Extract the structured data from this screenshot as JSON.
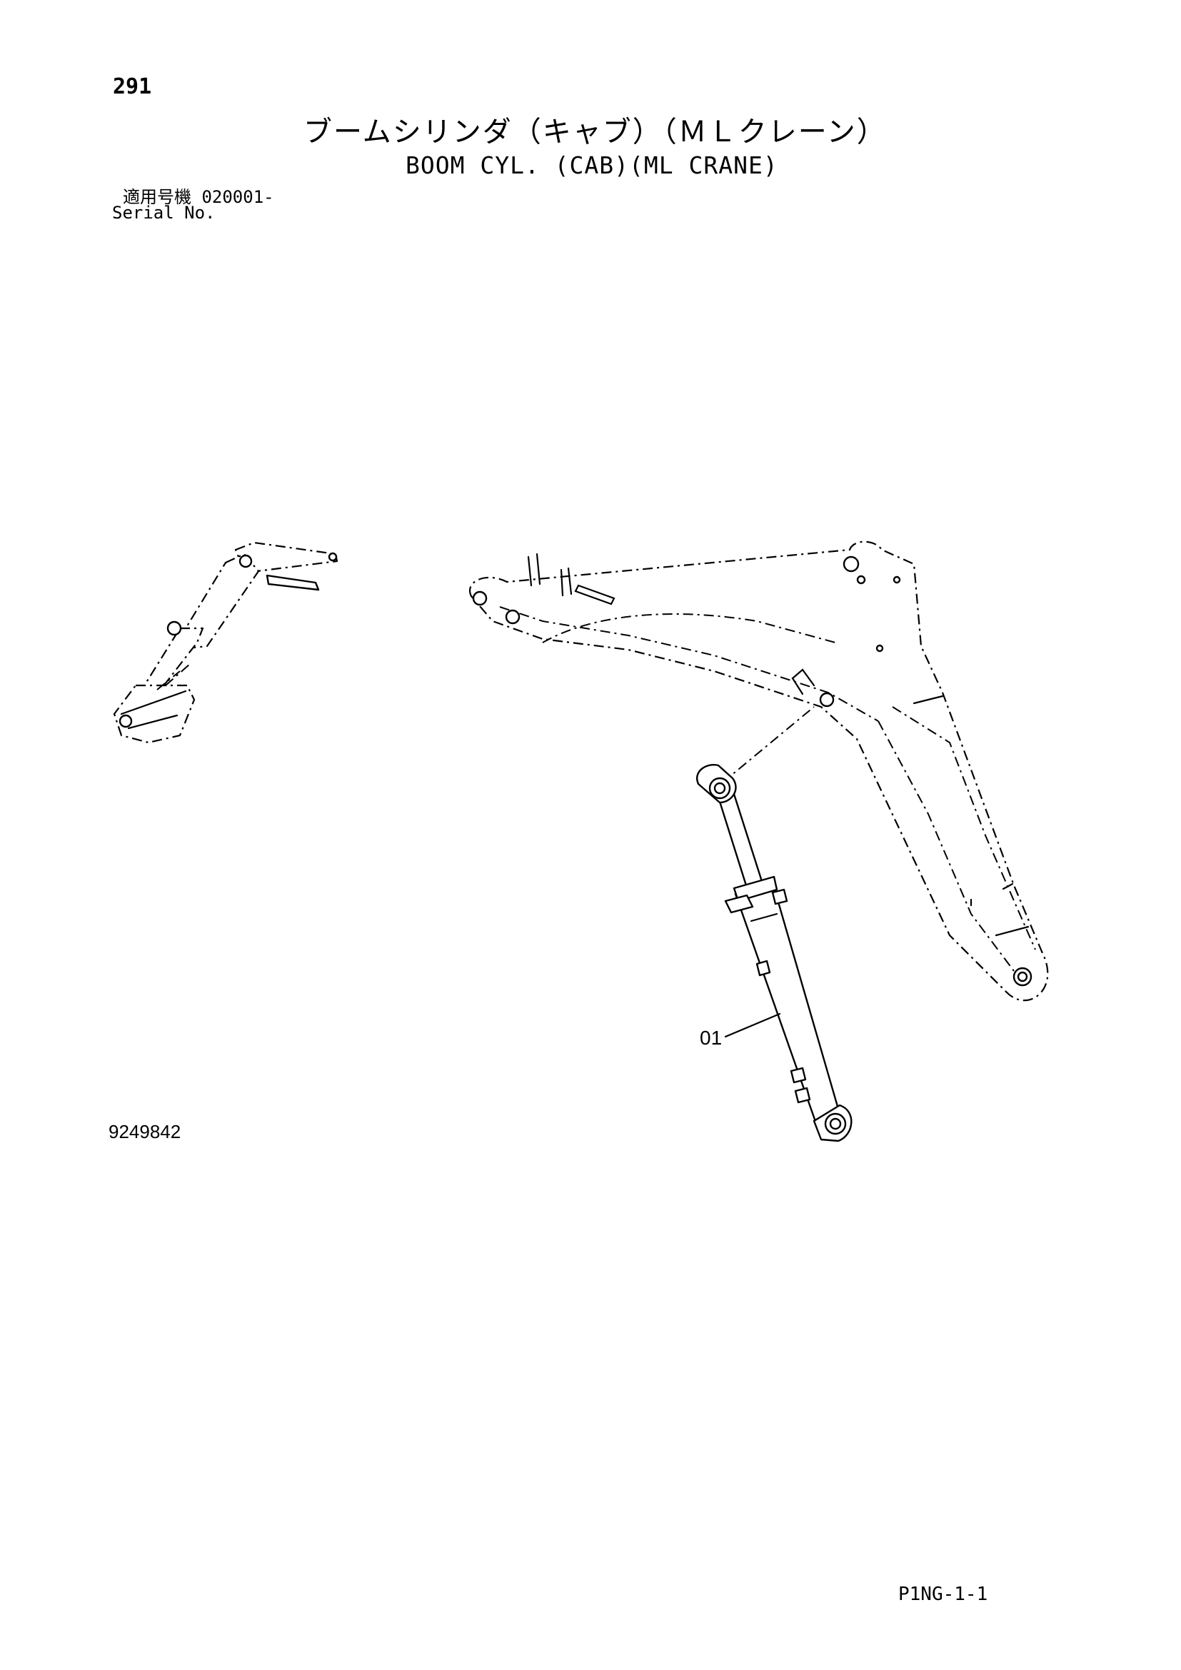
{
  "header": {
    "page_number": "291",
    "title_jp": "ブームシリンダ（キャブ）（ＭＬクレーン）",
    "title_en": "BOOM CYL. (CAB)(ML CRANE)",
    "serial_label_jp": "適用号機  020001-",
    "serial_label_en": "Serial No."
  },
  "drawing": {
    "callout_01": "01",
    "drawing_number": "9249842"
  },
  "footer": {
    "page_code": "P1NG-1-1"
  }
}
